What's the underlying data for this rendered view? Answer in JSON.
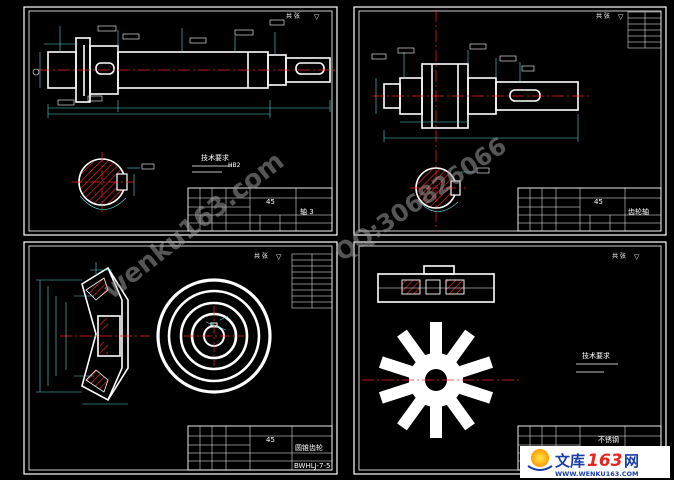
{
  "sheets": [
    {
      "ratio": "共 张",
      "tech_req": "技术要求",
      "hardness": "HB2",
      "material": "45",
      "name": "轴 3"
    },
    {
      "ratio": "共 张",
      "material": "45",
      "name": "齿轮轴"
    },
    {
      "ratio": "共 张",
      "material": "45",
      "name": "圆锥齿轮",
      "code": "BWHLJ-7-5"
    },
    {
      "ratio": "共 张",
      "tech_req": "技术要求",
      "material": "不锈钢"
    }
  ],
  "watermark": {
    "site": "wenku163.com",
    "qq": "QQ:306826066"
  },
  "logo": {
    "cn": "文库",
    "num": "163",
    "net": "网",
    "url": "WWW.WENKU163.COM"
  },
  "colors": {
    "background": "#000000",
    "lines": "#ffffff",
    "centerline": "#ff2020",
    "dimension": "#5bd8d8",
    "hatch": "#ff2020",
    "logo_red": "#e8251e",
    "logo_blue": "#1a3da8"
  }
}
